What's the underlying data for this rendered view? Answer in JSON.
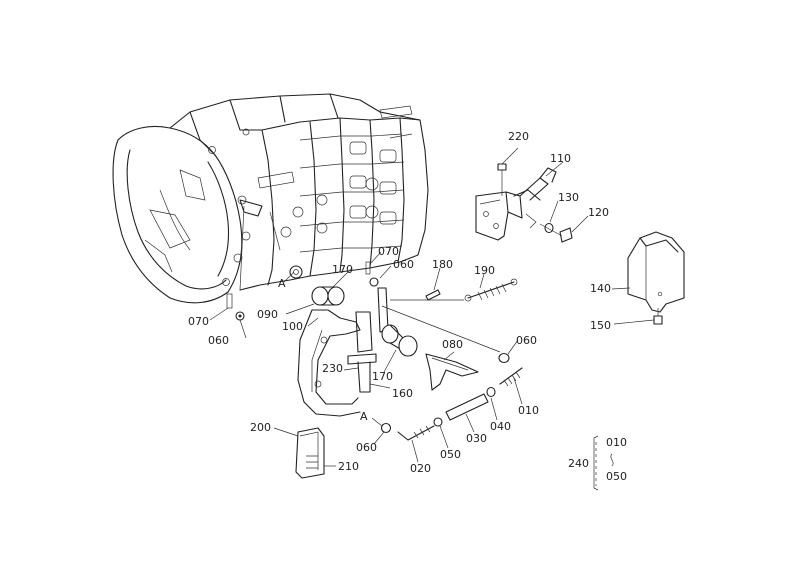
{
  "diagram": {
    "callouts": {
      "c220": "220",
      "c110": "110",
      "c130": "130",
      "c120": "120",
      "c140": "140",
      "c150": "150",
      "c070a": "070",
      "c060a": "060",
      "c180": "180",
      "c190": "190",
      "c170a": "170",
      "cA1": "A",
      "c090": "090",
      "c100": "100",
      "c070b": "070",
      "c060b": "060",
      "c080": "080",
      "c060c": "060",
      "c230": "230",
      "c170b": "170",
      "c160": "160",
      "c010": "010",
      "c040": "040",
      "c030": "030",
      "c050": "050",
      "c020": "020",
      "cA2": "A",
      "c060d": "060",
      "c200": "200",
      "c210": "210"
    },
    "set_group": {
      "label": "240",
      "from": "010",
      "to": "050"
    }
  }
}
